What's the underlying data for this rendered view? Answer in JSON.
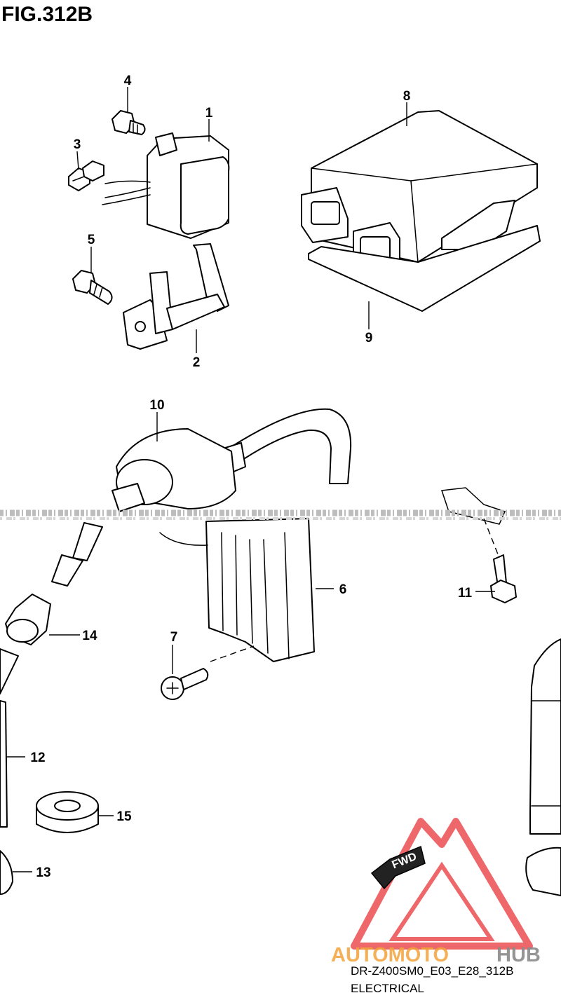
{
  "diagram": {
    "figure_title": "FIG.312B",
    "callouts": {
      "c1": "1",
      "c2": "2",
      "c3": "3",
      "c4": "4",
      "c5": "5",
      "c6": "6",
      "c7": "7",
      "c8": "8",
      "c9": "9",
      "c10": "10",
      "c11": "11",
      "c12": "12",
      "c13": "13",
      "c14": "14",
      "c15": "15"
    },
    "direction_badge": "FWD",
    "footer": {
      "code": "DR-Z400SM0_E03_E28_312B",
      "section": "ELECTRICAL"
    }
  },
  "watermark": {
    "text_orange": "AUTOMOTO",
    "text_gray": "HUB",
    "colors": {
      "triangle": "#e8353a",
      "orange": "#f4a23a",
      "gray": "#8a8a8a"
    }
  }
}
